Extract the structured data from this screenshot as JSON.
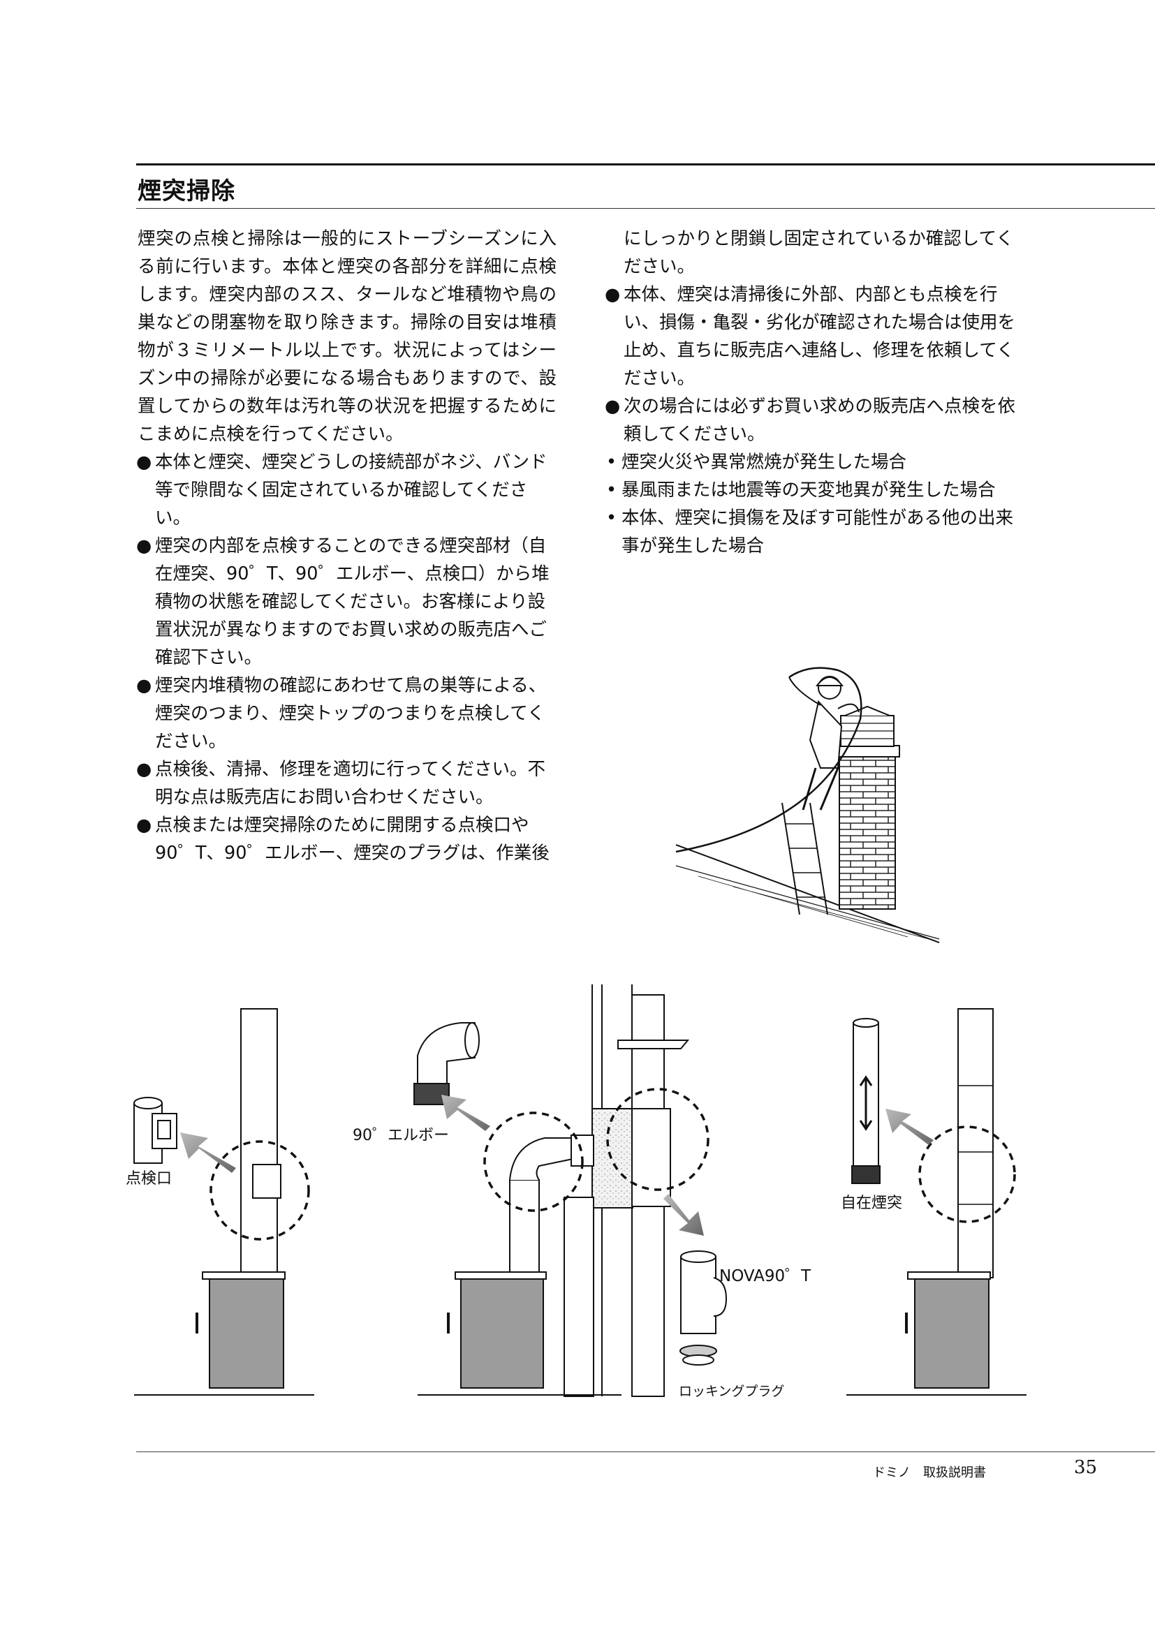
{
  "section": {
    "title": "煙突掃除"
  },
  "left_column": {
    "intro": "煙突の点検と掃除は一般的にストーブシーズンに入る前に行います。本体と煙突の各部分を詳細に点検します。煙突内部のスス、タールなど堆積物や鳥の巣などの閉塞物を取り除きます。掃除の目安は堆積物が３ミリメートル以上です。状況によってはシーズン中の掃除が必要になる場合もありますので、設置してからの数年は汚れ等の状況を把握するためにこまめに点検を行ってください。",
    "bullets": [
      "本体と煙突、煙突どうしの接続部がネジ、バンド等で隙間なく固定されているか確認してください。",
      "煙突の内部を点検することのできる煙突部材（自在煙突、90゜T、90゜エルボー、点検口）から堆積物の状態を確認してください。お客様により設置状況が異なりますのでお買い求めの販売店へご確認下さい。",
      "煙突内堆積物の確認にあわせて鳥の巣等による、煙突のつまり、煙突トップのつまりを点検してください。",
      "点検後、清掃、修理を適切に行ってください。不明な点は販売店にお問い合わせください。",
      "点検または煙突掃除のために開閉する点検口や90゜T、90゜エルボー、煙突のプラグは、作業後"
    ]
  },
  "right_column": {
    "continuation": "にしっかりと閉鎖し固定されているか確認してください。",
    "bullets": [
      "本体、煙突は清掃後に外部、内部とも点検を行い、損傷・亀裂・劣化が確認された場合は使用を止め、直ちに販売店へ連絡し、修理を依頼してください。",
      "次の場合には必ずお買い求めの販売店へ点検を依頼してください。"
    ],
    "checklist": [
      "煙突火災や異常燃焼が発生した場合",
      "暴風雨または地震等の天変地異が発生した場合",
      "本体、煙突に損傷を及ぼす可能性がある他の出来事が発生した場合"
    ]
  },
  "bullet_mark": "●",
  "check_mark": "•",
  "diagram_labels": {
    "inspection_port": "点検口",
    "elbow": "90゜エルボー",
    "nova_t": "NOVA90゜T",
    "locking_plug": "ロッキングプラグ",
    "adjustable_chimney": "自在煙突"
  },
  "footer": {
    "manual": "ドミノ　取扱説明書",
    "page": "35"
  }
}
